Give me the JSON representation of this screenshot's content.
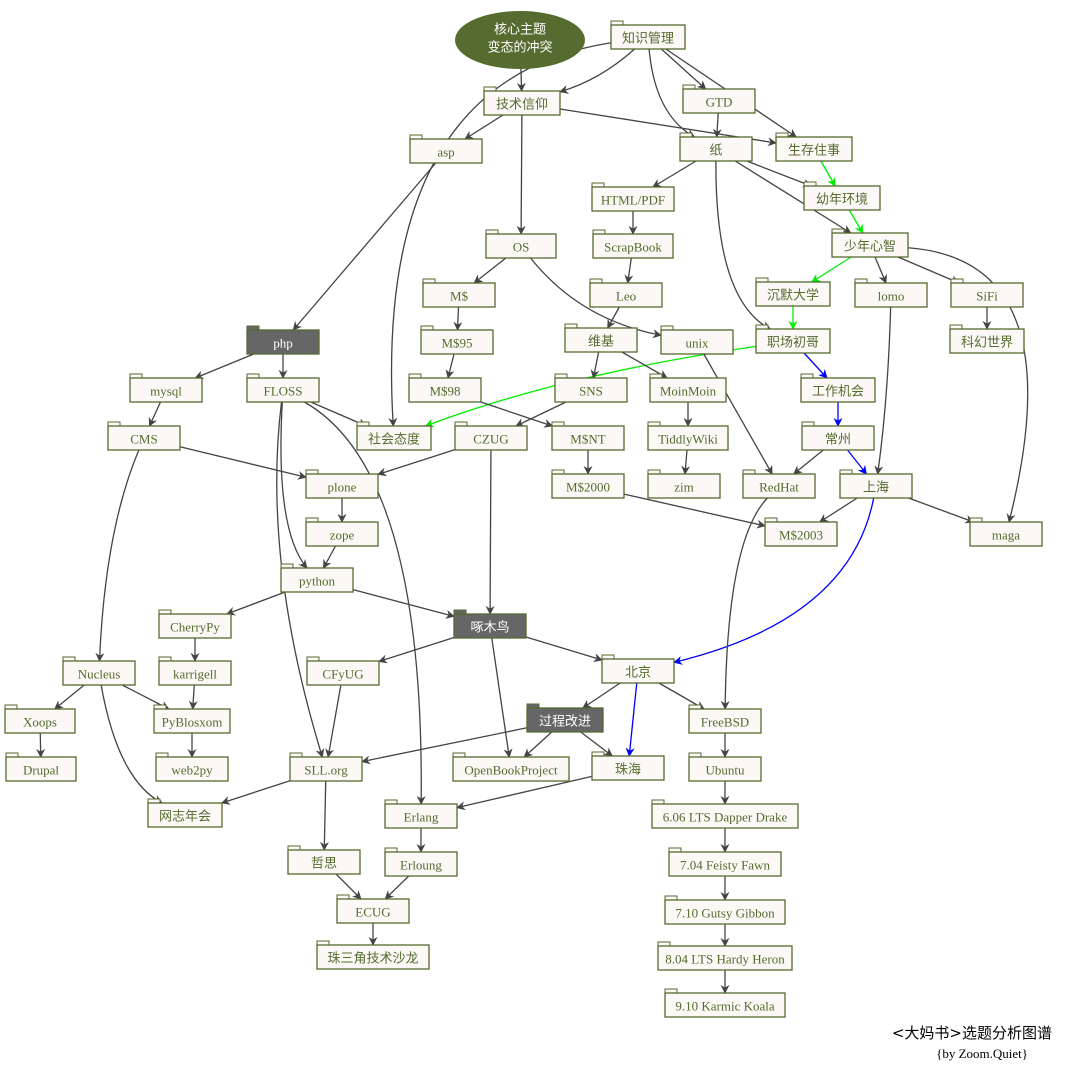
{
  "title": "<大妈书>选题分析图谱",
  "byline": "{by Zoom.Quiet}",
  "colors": {
    "node_border": "#556b2f",
    "node_fill": "#fcf8f6",
    "dark_fill": "#666666",
    "core_fill": "#556b2f",
    "edge": "#444444",
    "green": "#00ee00",
    "blue": "#0000ff"
  },
  "core": {
    "line1": "核心主题",
    "line2": "变态的冲突"
  },
  "nodes": [
    {
      "id": "zsgl",
      "label": "知识管理"
    },
    {
      "id": "jsxy",
      "label": "技术信仰"
    },
    {
      "id": "gtd",
      "label": "GTD"
    },
    {
      "id": "asp",
      "label": "asp"
    },
    {
      "id": "zhi",
      "label": "纸"
    },
    {
      "id": "sczs",
      "label": "生存住事"
    },
    {
      "id": "html",
      "label": "HTML/PDF"
    },
    {
      "id": "ynhj",
      "label": "幼年环境"
    },
    {
      "id": "os",
      "label": "OS"
    },
    {
      "id": "scrap",
      "label": "ScrapBook"
    },
    {
      "id": "snxz",
      "label": "少年心智"
    },
    {
      "id": "ms",
      "label": "M$"
    },
    {
      "id": "leo",
      "label": "Leo"
    },
    {
      "id": "cmdx",
      "label": "沉默大学"
    },
    {
      "id": "lomo",
      "label": "lomo"
    },
    {
      "id": "sifi",
      "label": "SiFi"
    },
    {
      "id": "php",
      "label": "php",
      "dark": true
    },
    {
      "id": "ms95",
      "label": "M$95"
    },
    {
      "id": "wiki",
      "label": "维基"
    },
    {
      "id": "unix",
      "label": "unix"
    },
    {
      "id": "zccg",
      "label": "职场初哥"
    },
    {
      "id": "khsj",
      "label": "科幻世界"
    },
    {
      "id": "mysql",
      "label": "mysql"
    },
    {
      "id": "floss",
      "label": "FLOSS"
    },
    {
      "id": "ms98",
      "label": "M$98"
    },
    {
      "id": "sns",
      "label": "SNS"
    },
    {
      "id": "moin",
      "label": "MoinMoin"
    },
    {
      "id": "gzjh",
      "label": "工作机会"
    },
    {
      "id": "cms",
      "label": "CMS"
    },
    {
      "id": "shtd",
      "label": "社会态度"
    },
    {
      "id": "czug",
      "label": "CZUG"
    },
    {
      "id": "msnt",
      "label": "M$NT"
    },
    {
      "id": "tiddly",
      "label": "TiddlyWiki"
    },
    {
      "id": "cz",
      "label": "常州"
    },
    {
      "id": "plone",
      "label": "plone"
    },
    {
      "id": "ms2000",
      "label": "M$2000"
    },
    {
      "id": "zim",
      "label": "zim"
    },
    {
      "id": "redhat",
      "label": "RedHat"
    },
    {
      "id": "sh",
      "label": "上海"
    },
    {
      "id": "zope",
      "label": "zope"
    },
    {
      "id": "ms2003",
      "label": "M$2003"
    },
    {
      "id": "maga",
      "label": "maga"
    },
    {
      "id": "python",
      "label": "python"
    },
    {
      "id": "cherry",
      "label": "CherryPy"
    },
    {
      "id": "zmn",
      "label": "啄木鸟",
      "dark": true
    },
    {
      "id": "nucleus",
      "label": "Nucleus"
    },
    {
      "id": "karrigell",
      "label": "karrigell"
    },
    {
      "id": "cfyug",
      "label": "CFyUG"
    },
    {
      "id": "bj",
      "label": "北京"
    },
    {
      "id": "xoops",
      "label": "Xoops"
    },
    {
      "id": "pyblosxom",
      "label": "PyBlosxom"
    },
    {
      "id": "gcgj",
      "label": "过程改进",
      "dark": true
    },
    {
      "id": "freebsd",
      "label": "FreeBSD"
    },
    {
      "id": "drupal",
      "label": "Drupal"
    },
    {
      "id": "web2py",
      "label": "web2py"
    },
    {
      "id": "sll",
      "label": "SLL.org"
    },
    {
      "id": "obp",
      "label": "OpenBookProject"
    },
    {
      "id": "zh",
      "label": "珠海"
    },
    {
      "id": "ubuntu",
      "label": "Ubuntu"
    },
    {
      "id": "wznh",
      "label": "网志年会"
    },
    {
      "id": "erlang",
      "label": "Erlang"
    },
    {
      "id": "u606",
      "label": "6.06 LTS Dapper Drake"
    },
    {
      "id": "zs",
      "label": "哲思"
    },
    {
      "id": "erloung",
      "label": "Erloung"
    },
    {
      "id": "u704",
      "label": "7.04 Feisty Fawn"
    },
    {
      "id": "ecug",
      "label": "ECUG"
    },
    {
      "id": "u710",
      "label": "7.10 Gutsy Gibbon"
    },
    {
      "id": "zsj",
      "label": "珠三角技术沙龙"
    },
    {
      "id": "u804",
      "label": "8.04 LTS Hardy Heron"
    },
    {
      "id": "u910",
      "label": "9.10 Karmic Koala"
    }
  ],
  "edges": [
    [
      "core",
      "jsxy"
    ],
    [
      "zsgl",
      "jsxy"
    ],
    [
      "zsgl",
      "gtd"
    ],
    [
      "zsgl",
      "zhi"
    ],
    [
      "zsgl",
      "sczs"
    ],
    [
      "zsgl",
      "shtd"
    ],
    [
      "jsxy",
      "asp"
    ],
    [
      "jsxy",
      "os"
    ],
    [
      "jsxy",
      "sczs"
    ],
    [
      "gtd",
      "zhi"
    ],
    [
      "zhi",
      "html"
    ],
    [
      "zhi",
      "ynhj"
    ],
    [
      "zhi",
      "snxz"
    ],
    [
      "zhi",
      "zccg"
    ],
    [
      "sczs",
      "ynhj",
      "green"
    ],
    [
      "ynhj",
      "snxz",
      "green"
    ],
    [
      "snxz",
      "cmdx",
      "green"
    ],
    [
      "snxz",
      "lomo"
    ],
    [
      "snxz",
      "sifi"
    ],
    [
      "snxz",
      "maga"
    ],
    [
      "cmdx",
      "zccg",
      "green"
    ],
    [
      "zccg",
      "shtd",
      "green"
    ],
    [
      "zccg",
      "gzjh",
      "blue"
    ],
    [
      "gzjh",
      "cz",
      "blue"
    ],
    [
      "cz",
      "sh",
      "blue"
    ],
    [
      "cz",
      "redhat"
    ],
    [
      "sh",
      "bj",
      "blue"
    ],
    [
      "sh",
      "ms2003"
    ],
    [
      "sh",
      "maga"
    ],
    [
      "lomo",
      "sh"
    ],
    [
      "sifi",
      "khsj"
    ],
    [
      "asp",
      "php"
    ],
    [
      "html",
      "scrap"
    ],
    [
      "scrap",
      "leo"
    ],
    [
      "leo",
      "wiki"
    ],
    [
      "os",
      "ms"
    ],
    [
      "os",
      "unix"
    ],
    [
      "ms",
      "ms95"
    ],
    [
      "ms95",
      "ms98"
    ],
    [
      "ms98",
      "msnt"
    ],
    [
      "msnt",
      "ms2000"
    ],
    [
      "ms2000",
      "ms2003"
    ],
    [
      "wiki",
      "sns"
    ],
    [
      "wiki",
      "moin"
    ],
    [
      "moin",
      "tiddly"
    ],
    [
      "tiddly",
      "zim"
    ],
    [
      "sns",
      "czug"
    ],
    [
      "unix",
      "redhat"
    ],
    [
      "redhat",
      "freebsd"
    ],
    [
      "php",
      "mysql"
    ],
    [
      "php",
      "floss"
    ],
    [
      "mysql",
      "cms"
    ],
    [
      "cms",
      "plone"
    ],
    [
      "cms",
      "nucleus"
    ],
    [
      "floss",
      "shtd"
    ],
    [
      "floss",
      "python"
    ],
    [
      "floss",
      "sll"
    ],
    [
      "floss",
      "erlang"
    ],
    [
      "czug",
      "plone"
    ],
    [
      "czug",
      "zmn"
    ],
    [
      "plone",
      "zope"
    ],
    [
      "zope",
      "python"
    ],
    [
      "python",
      "cherry"
    ],
    [
      "python",
      "zmn"
    ],
    [
      "cherry",
      "karrigell"
    ],
    [
      "karrigell",
      "pyblosxom"
    ],
    [
      "pyblosxom",
      "web2py"
    ],
    [
      "nucleus",
      "xoops"
    ],
    [
      "nucleus",
      "pyblosxom"
    ],
    [
      "nucleus",
      "wznh"
    ],
    [
      "xoops",
      "drupal"
    ],
    [
      "zmn",
      "cfyug"
    ],
    [
      "zmn",
      "obp"
    ],
    [
      "zmn",
      "bj"
    ],
    [
      "cfyug",
      "sll"
    ],
    [
      "bj",
      "gcgj"
    ],
    [
      "bj",
      "zh",
      "blue"
    ],
    [
      "bj",
      "freebsd"
    ],
    [
      "gcgj",
      "sll"
    ],
    [
      "gcgj",
      "obp"
    ],
    [
      "gcgj",
      "zh"
    ],
    [
      "freebsd",
      "ubuntu"
    ],
    [
      "ubuntu",
      "u606"
    ],
    [
      "u606",
      "u704"
    ],
    [
      "u704",
      "u710"
    ],
    [
      "u710",
      "u804"
    ],
    [
      "u804",
      "u910"
    ],
    [
      "sll",
      "wznh"
    ],
    [
      "sll",
      "zs"
    ],
    [
      "zh",
      "erlang"
    ],
    [
      "erlang",
      "erloung"
    ],
    [
      "erloung",
      "ecug"
    ],
    [
      "zs",
      "ecug"
    ],
    [
      "ecug",
      "zsj"
    ]
  ]
}
